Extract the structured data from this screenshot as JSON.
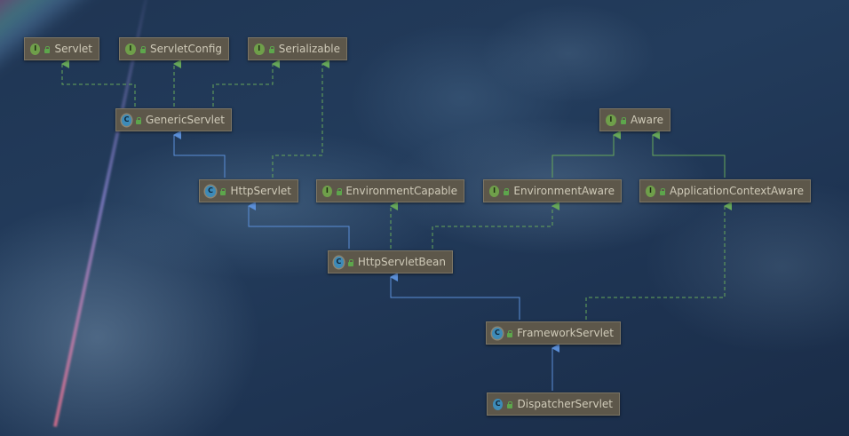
{
  "diagram": {
    "nodes": [
      {
        "id": "servlet",
        "label": "Servlet",
        "kind": "interface",
        "badge": "I"
      },
      {
        "id": "servletconfig",
        "label": "ServletConfig",
        "kind": "interface",
        "badge": "I"
      },
      {
        "id": "serializable",
        "label": "Serializable",
        "kind": "interface",
        "badge": "I"
      },
      {
        "id": "genericservlet",
        "label": "GenericServlet",
        "kind": "abstract-class",
        "badge": "C"
      },
      {
        "id": "aware",
        "label": "Aware",
        "kind": "interface",
        "badge": "I"
      },
      {
        "id": "httpservlet",
        "label": "HttpServlet",
        "kind": "abstract-class",
        "badge": "C"
      },
      {
        "id": "environmentcapable",
        "label": "EnvironmentCapable",
        "kind": "interface",
        "badge": "I"
      },
      {
        "id": "environmentaware",
        "label": "EnvironmentAware",
        "kind": "interface",
        "badge": "I"
      },
      {
        "id": "applicationcontextaware",
        "label": "ApplicationContextAware",
        "kind": "interface",
        "badge": "I"
      },
      {
        "id": "httpservletbean",
        "label": "HttpServletBean",
        "kind": "abstract-class",
        "badge": "C"
      },
      {
        "id": "frameworkservlet",
        "label": "FrameworkServlet",
        "kind": "abstract-class",
        "badge": "C"
      },
      {
        "id": "dispatcherservlet",
        "label": "DispatcherServlet",
        "kind": "class",
        "badge": "C"
      }
    ],
    "edges": [
      {
        "from": "genericservlet",
        "to": "servlet",
        "type": "implements"
      },
      {
        "from": "genericservlet",
        "to": "servletconfig",
        "type": "implements"
      },
      {
        "from": "genericservlet",
        "to": "serializable",
        "type": "implements"
      },
      {
        "from": "httpservlet",
        "to": "genericservlet",
        "type": "extends"
      },
      {
        "from": "httpservlet",
        "to": "serializable",
        "type": "implements"
      },
      {
        "from": "environmentaware",
        "to": "aware",
        "type": "extends-interface"
      },
      {
        "from": "applicationcontextaware",
        "to": "aware",
        "type": "extends-interface"
      },
      {
        "from": "httpservletbean",
        "to": "httpservlet",
        "type": "extends"
      },
      {
        "from": "httpservletbean",
        "to": "environmentcapable",
        "type": "implements"
      },
      {
        "from": "httpservletbean",
        "to": "environmentaware",
        "type": "implements"
      },
      {
        "from": "frameworkservlet",
        "to": "httpservletbean",
        "type": "extends"
      },
      {
        "from": "frameworkservlet",
        "to": "applicationcontextaware",
        "type": "implements"
      },
      {
        "from": "dispatcherservlet",
        "to": "frameworkservlet",
        "type": "extends"
      }
    ],
    "colors": {
      "extends": "#5b8fd8",
      "implements": "#67a85a",
      "node_bg": "#5d574a",
      "node_text": "#cfcab8"
    }
  }
}
